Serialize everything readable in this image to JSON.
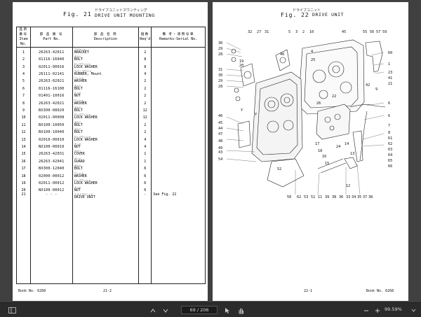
{
  "left_page": {
    "header_jp": "ドライブユニットマウンティング",
    "fig_label": "Fig. 21",
    "title": "DRIVE UNIT MOUNTING",
    "columns": {
      "item_jp": "品目番号",
      "item": "Item No.",
      "part_jp": "部 品 番 号",
      "part": "Part No.",
      "desc_jp": "部 品 名 称",
      "desc": "Description",
      "qty_jp": "個数",
      "qty": "Req'd",
      "rem_jp": "備 考・適用号車",
      "rem": "Remarks-Serial No."
    },
    "rows": [
      {
        "item": "1",
        "part": "26263-42011",
        "kana": "ブラケット",
        "desc": "BRACKET",
        "qty": "2",
        "remarks": ""
      },
      {
        "item": "2",
        "part": "01116-16040",
        "kana": "ボルト",
        "desc": "BOLT",
        "qty": "8",
        "remarks": ""
      },
      {
        "item": "3",
        "part": "02011-00016",
        "kana": "ロックワッシャ",
        "desc": "LOCK WASHER",
        "qty": "8",
        "remarks": ""
      },
      {
        "item": "4",
        "part": "26111-02141",
        "kana": "ラバー,マウント",
        "desc": "RUBBER, Mount",
        "qty": "4",
        "remarks": ""
      },
      {
        "item": "5",
        "part": "26263-02021",
        "kana": "ワッシャ",
        "desc": "WASHER",
        "qty": "2",
        "remarks": ""
      },
      {
        "item": "6",
        "part": "01116-16100",
        "kana": "ボルト",
        "desc": "BOLT",
        "qty": "2",
        "remarks": ""
      },
      {
        "item": "7",
        "part": "01401-10016",
        "kana": "ナット",
        "desc": "NUT",
        "qty": "2",
        "remarks": ""
      },
      {
        "item": "8",
        "part": "26263-42021",
        "kana": "ワッシャ",
        "desc": "WASHER",
        "qty": "2",
        "remarks": ""
      },
      {
        "item": "9",
        "part": "BX300-08020",
        "kana": "ボルト",
        "desc": "BOLT",
        "qty": "12",
        "remarks": ""
      },
      {
        "item": "10",
        "part": "02011-00008",
        "kana": "ロックワッシャ",
        "desc": "LOCK WASHER",
        "qty": "12",
        "remarks": ""
      },
      {
        "item": "11",
        "part": "BX100-10050",
        "kana": "ボルト",
        "desc": "BOLT",
        "qty": "2",
        "remarks": ""
      },
      {
        "item": "12",
        "part": "BX100-10040",
        "kana": "ボルト",
        "desc": "BOLT",
        "qty": "2",
        "remarks": ""
      },
      {
        "item": "13",
        "part": "02010-00010",
        "kana": "ロックワッシャ",
        "desc": "LOCK WASHER",
        "qty": "4",
        "remarks": ""
      },
      {
        "item": "14",
        "part": "NX100-00010",
        "kana": "ナット",
        "desc": "NUT",
        "qty": "4",
        "remarks": ""
      },
      {
        "item": "15",
        "part": "26263-42031",
        "kana": "カバー",
        "desc": "COVER",
        "qty": "1",
        "remarks": ""
      },
      {
        "item": "16",
        "part": "26263-42041",
        "kana": "ガード",
        "desc": "GUARD",
        "qty": "1",
        "remarks": ""
      },
      {
        "item": "17",
        "part": "BX300-12040",
        "kana": "ボルト",
        "desc": "BOLT",
        "qty": "6",
        "remarks": ""
      },
      {
        "item": "18",
        "part": "02000-00012",
        "kana": "ワッシャ",
        "desc": "WASHER",
        "qty": "6",
        "remarks": ""
      },
      {
        "item": "19",
        "part": "02011-00012",
        "kana": "ロックワッシャ",
        "desc": "LOCK WASHER",
        "qty": "6",
        "remarks": ""
      },
      {
        "item": "20",
        "part": "NX100-00012",
        "kana": "ナット",
        "desc": "NUT",
        "qty": "6",
        "remarks": ""
      },
      {
        "item": "21",
        "part": "- - -",
        "kana": "ドライブユニット",
        "desc": "DRIVE UNIT",
        "qty": "-",
        "remarks": "See Fig. 22"
      }
    ],
    "book": "Book No. 6268",
    "page_num": "21-2"
  },
  "right_page": {
    "header_jp": "ドライブユニット",
    "fig_label": "Fig. 22",
    "title": "DRIVE UNIT",
    "page_num": "22-1",
    "book": "Book No. 6268",
    "callouts_top": [
      "32",
      "27",
      "31",
      "5",
      "3",
      "2",
      "10",
      "45",
      "55",
      "56",
      "57",
      "59"
    ],
    "callouts_left": [
      "30",
      "29",
      "28",
      "31",
      "30",
      "29",
      "28",
      "46",
      "45",
      "44",
      "47",
      "48",
      "49",
      "43",
      "54"
    ],
    "callouts_right": [
      "60",
      "1",
      "23",
      "41",
      "21",
      "6",
      "6",
      "7",
      "8",
      "61",
      "62",
      "63",
      "64",
      "65",
      "66"
    ],
    "callouts_bottom": [
      "50",
      "62",
      "53",
      "51",
      "11",
      "39",
      "38",
      "36",
      "33",
      "34",
      "35",
      "37",
      "38"
    ],
    "callouts_mid": [
      "19",
      "20",
      "40",
      "4",
      "25",
      "22",
      "26",
      "17",
      "18",
      "16",
      "15",
      "24",
      "14",
      "13",
      "52",
      "12",
      "42",
      "9",
      "Y",
      "Y"
    ]
  },
  "toolbar": {
    "page_current": "69",
    "page_total": "206",
    "page_display": "69 / 206",
    "zoom": "99.59%"
  }
}
